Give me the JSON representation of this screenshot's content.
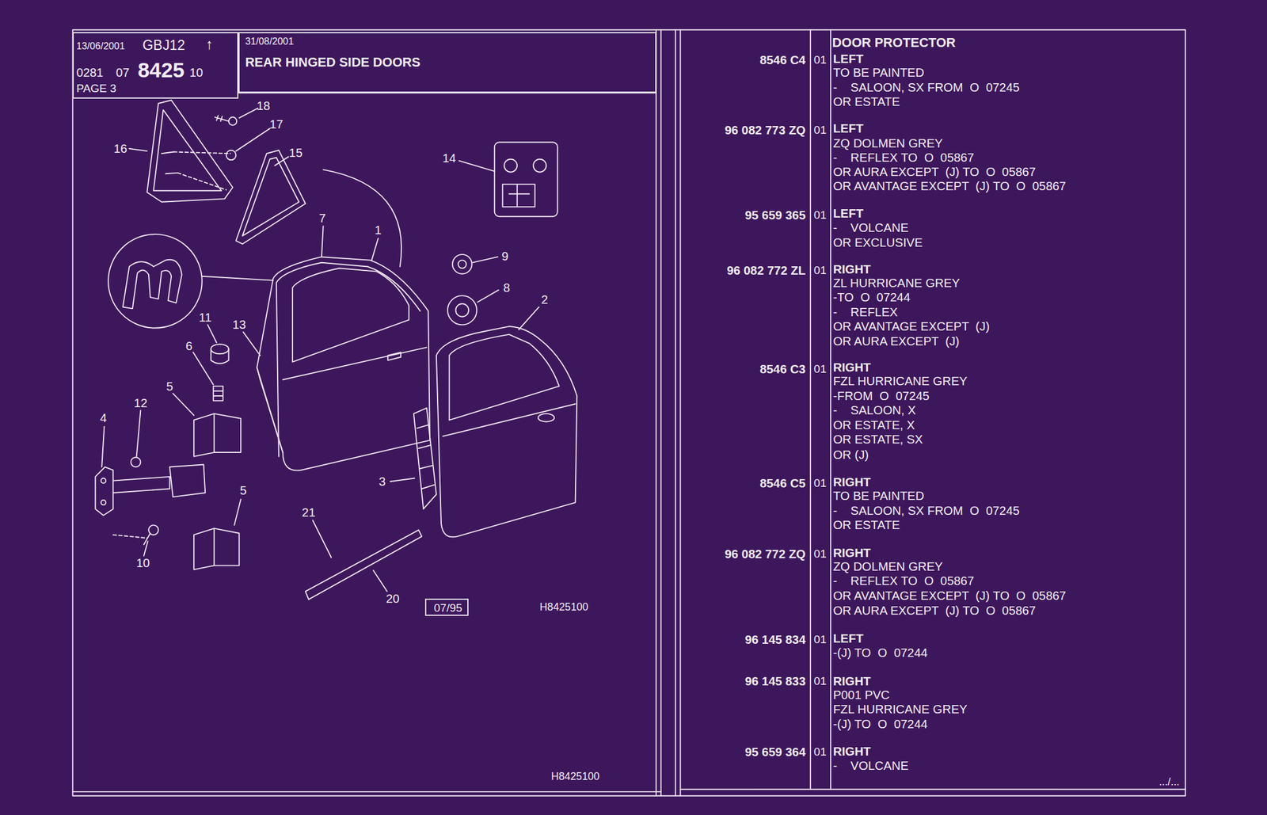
{
  "diagram": {
    "nodes": [
      {
        "text": [
          "13/06/2001",
          "GB",
          "J12",
          "↑",
          "0281",
          "07",
          "8425",
          "10",
          "PAGE 3"
        ]
      },
      {
        "text": [
          "31/08/2001",
          "REAR HINGED SIDE DOORS"
        ]
      },
      {
        "text": [
          "07/95"
        ]
      }
    ],
    "labels": [
      "18",
      "17",
      "16",
      "15",
      "14",
      "7",
      "1",
      "9",
      "8",
      "2",
      "11",
      "13",
      "6",
      "5",
      "12",
      "4",
      "3",
      "5",
      "21",
      "10",
      "20",
      "H8425100",
      "H8425100",
      "DOOR PROTECTOR",
      "8546 C4",
      "01",
      "LEFT",
      "TO BE PAINTED",
      "-    SALOON, SX FROM  O  07245",
      "OR ESTATE",
      "96 082 773 ZQ",
      "01",
      "LEFT",
      "ZQ DOLMEN GREY",
      "-    REFLEX TO  O  05867",
      "OR AURA EXCEPT  (J) TO  O  05867",
      "OR AVANTAGE EXCEPT  (J) TO  O  05867",
      "95 659 365",
      "01",
      "LEFT",
      "-    VOLCANE",
      "OR EXCLUSIVE",
      "96 082 772 ZL",
      "01",
      "RIGHT",
      "ZL HURRICANE GREY",
      "-TO  O  07244",
      "-    REFLEX",
      "OR AVANTAGE EXCEPT  (J)",
      "OR AURA EXCEPT  (J)",
      "8546 C3",
      "01",
      "RIGHT",
      "FZL HURRICANE GREY",
      "-FROM  O  07245",
      "-    SALOON, X",
      "OR ESTATE, X",
      "OR ESTATE, SX",
      "OR (J)",
      "8546 C5",
      "01",
      "RIGHT",
      "TO BE PAINTED",
      "-    SALOON, SX FROM  O  07245",
      "OR ESTATE",
      "96 082 772 ZQ",
      "01",
      "RIGHT",
      "ZQ DOLMEN GREY",
      "-    REFLEX TO  O  05867",
      "OR AVANTAGE EXCEPT  (J) TO  O  05867",
      "OR AURA EXCEPT  (J) TO  O  05867",
      "96 145 834",
      "01",
      "LEFT",
      "-(J) TO  O  07244",
      "96 145 833",
      "01",
      "RIGHT",
      "P001 PVC",
      "FZL HURRICANE GREY",
      "-(J) TO  O  07244",
      "95 659 364",
      "01",
      "RIGHT",
      "-    VOLCANE",
      ".../..."
    ]
  }
}
